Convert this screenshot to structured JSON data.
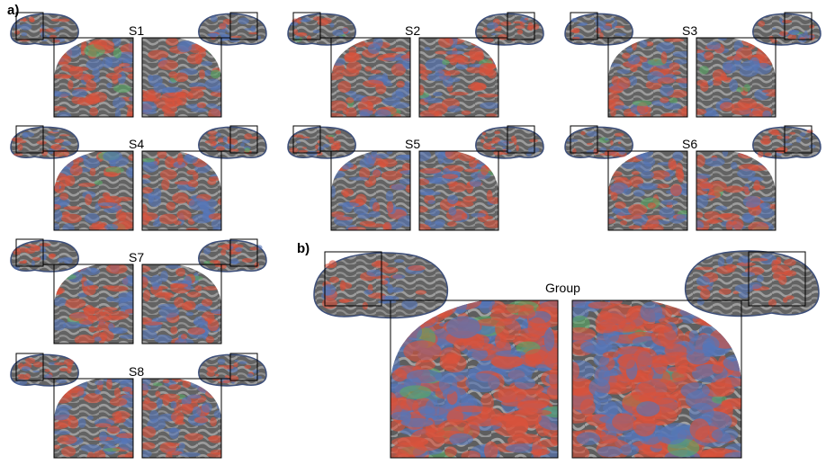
{
  "panels": {
    "a": "a)",
    "b": "b)"
  },
  "subjects": [
    {
      "label": "S1"
    },
    {
      "label": "S2"
    },
    {
      "label": "S3"
    },
    {
      "label": "S4"
    },
    {
      "label": "S5"
    },
    {
      "label": "S6"
    },
    {
      "label": "S7"
    },
    {
      "label": "S8"
    }
  ],
  "group": {
    "label": "Group"
  },
  "colors": {
    "cortex_dark": "#5f5f5f",
    "cortex_light": "#9b9b9b",
    "activation_red": "#d9523b",
    "activation_blue": "#5676b8",
    "activation_green": "#5aa866",
    "frame": "#000000"
  }
}
